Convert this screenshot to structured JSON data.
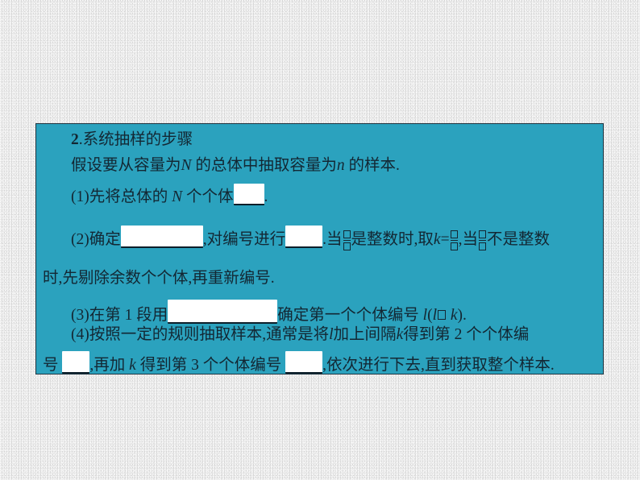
{
  "slide": {
    "background_color": "#ebebeb",
    "panel_color": "#2ba2be",
    "heading": {
      "number": "2",
      "title": ".系统抽样的步骤"
    },
    "intro": {
      "part1": "假设要从容量为",
      "var_N": "N",
      "part2": " 的总体中抽取容量为",
      "var_n": "n",
      "part3": " 的样本."
    },
    "step1": {
      "prefix": "(1)先将总体的 ",
      "var_N": "N",
      "middle": " 个个体",
      "suffix": "."
    },
    "step2": {
      "prefix": "(2)确定",
      "middle1": ",对编号进行",
      "middle2": ".当",
      "middle3": "是整数时,取",
      "var_k": "k",
      "eq": "=",
      "middle4": ",当",
      "middle5": "不是整数",
      "continuation": "时,先剔除余数个个体,再重新编号.",
      "fraction_glyph": "?"
    },
    "step3": {
      "prefix": "(3)在第 1 段用",
      "middle": "确定第一个个体编号 ",
      "var_l": "l",
      "paren_open": "(",
      "var_l2": "l",
      "space": " ",
      "var_k": "k",
      "paren_close": ")."
    },
    "step4": {
      "line1_prefix": "(4)按照一定的规则抽取样本,通常是将",
      "var_l": "l",
      "line1_mid": "加上间隔",
      "var_k": "k",
      "line1_suffix": "得到第 2 个个体编",
      "line2_prefix": "号 ",
      "line2_mid1": ",再加 ",
      "var_k2": "k",
      "line2_mid2": " 得到第 3 个个体编号 ",
      "line2_suffix": ",依次进行下去,直到获取整个样本."
    }
  }
}
